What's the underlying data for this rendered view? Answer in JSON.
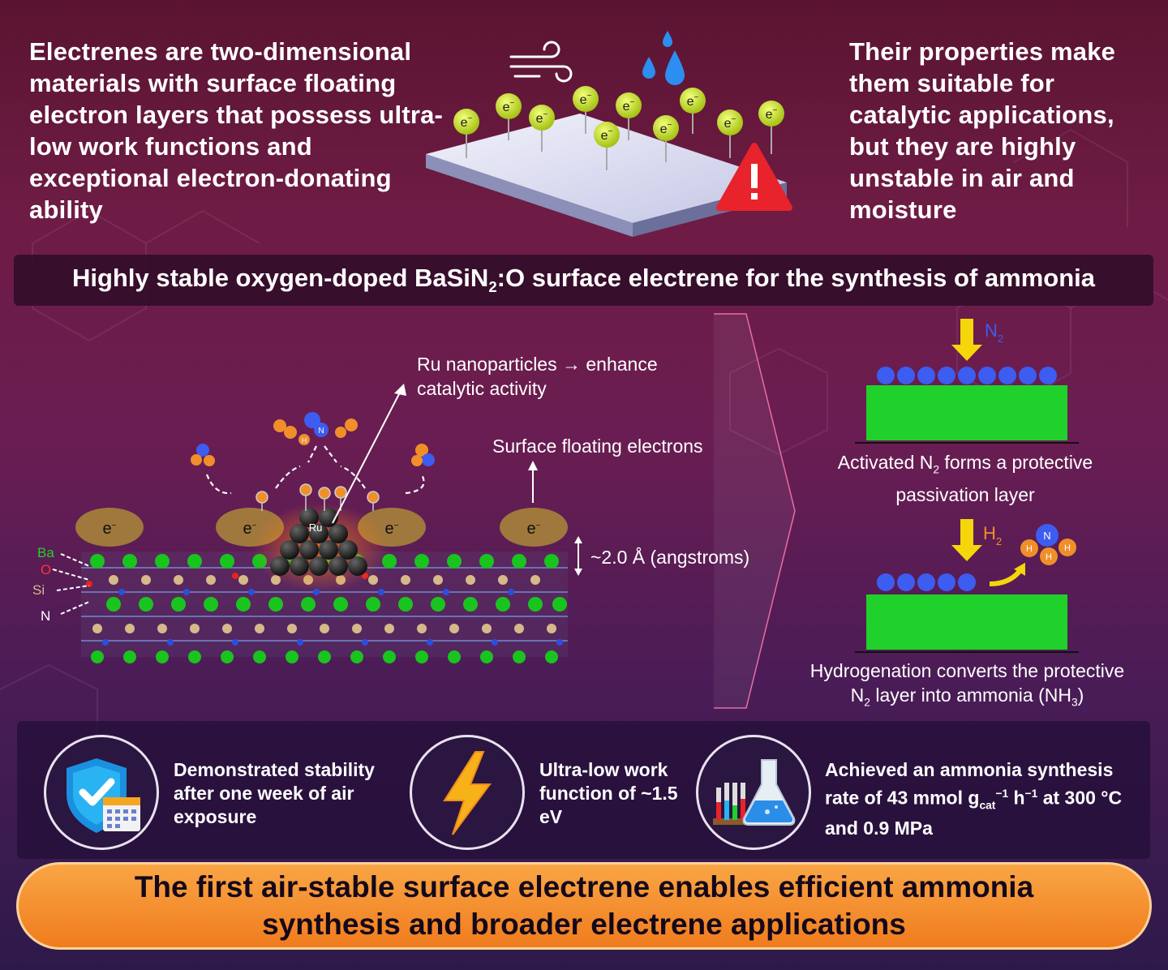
{
  "intro": {
    "left_text": "Electrenes are two-dimensional materials with surface floating electron layers that possess ultra-low work functions and exceptional electron-donating ability",
    "right_text": "Their properties make them suitable for catalytic applications, but they are highly unstable in air and moisture",
    "electron_symbol": "e",
    "electron_sup": "−"
  },
  "banner": {
    "pre": "Highly stable oxygen-doped BaSiN",
    "sub": "2",
    "post": ":O surface electrene for the synthesis of ammonia"
  },
  "structure": {
    "ru_note": "Ru nanoparticles → enhance catalytic activity",
    "surface_electrons": "Surface floating electrons",
    "distance": "~2.0 Å (angstroms)",
    "ru_label": "Ru",
    "h_label": "H",
    "n_label": "N",
    "legend": [
      "Ba",
      "O",
      "Si",
      "N"
    ]
  },
  "process": {
    "n2_main": "N",
    "n2_sub": "2",
    "h2_main": "H",
    "h2_sub": "2",
    "step1_pre": "Activated N",
    "step1_sub": "2",
    "step1_post": " forms a protective passivation layer",
    "step2_line1": "Hydrogenation converts the protective",
    "step2_pre": "N",
    "step2_sub": "2",
    "step2_mid": " layer into ammonia (NH",
    "step2_sub2": "3",
    "step2_post": ")",
    "nh3_n": "N",
    "nh3_h": "H"
  },
  "features": {
    "stability": "Demonstrated stability after one week of air exposure",
    "work_function": "Ultra-low work function of ~1.5 eV",
    "rate_pre": "Achieved an ammonia synthesis rate of 43 mmol g",
    "rate_sub": "cat",
    "rate_sup1": "−1",
    "rate_mid": " h",
    "rate_sup2": "−1",
    "rate_post": " at 300 °C and 0.9 MPa"
  },
  "conclusion": "The first air-stable surface electrene enables efficient ammonia synthesis and broader electrene applications",
  "colors": {
    "banner_bg": "#2a0a23",
    "green_slab": "#1fd12a",
    "n2_dot": "#3d5cf0",
    "arrow_yellow": "#f5d60a",
    "electron_ball": "#c8e41c",
    "conclusion_orange": "#f08a2a"
  }
}
